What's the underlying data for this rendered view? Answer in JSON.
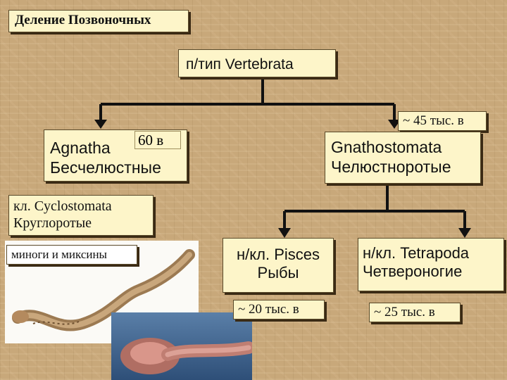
{
  "title": "Деление Позвоночных",
  "root": {
    "label": "п/тип Vertebrata"
  },
  "agnatha": {
    "name": "Agnatha",
    "badge": "60 в",
    "ru": "Бесчелюстные"
  },
  "gnathostomata": {
    "name": "Gnathostomata",
    "ru": "Челюстноротые",
    "count": "~ 45 тыс. в"
  },
  "cyclostomata": {
    "line1": "кл. Cyclostomata",
    "line2": "Круглоротые"
  },
  "examples": {
    "label": "миноги и миксины"
  },
  "pisces": {
    "line1": "н/кл. Pisces",
    "line2": "Рыбы",
    "count": "~ 20 тыс. в"
  },
  "tetrapoda": {
    "line1": "н/кл. Tetrapoda",
    "line2": "Четвероногие",
    "count": "~ 25 тыс. в"
  },
  "colors": {
    "box_fill": "#fdf5c9",
    "background": "#c8a87a",
    "connector": "#111111"
  }
}
